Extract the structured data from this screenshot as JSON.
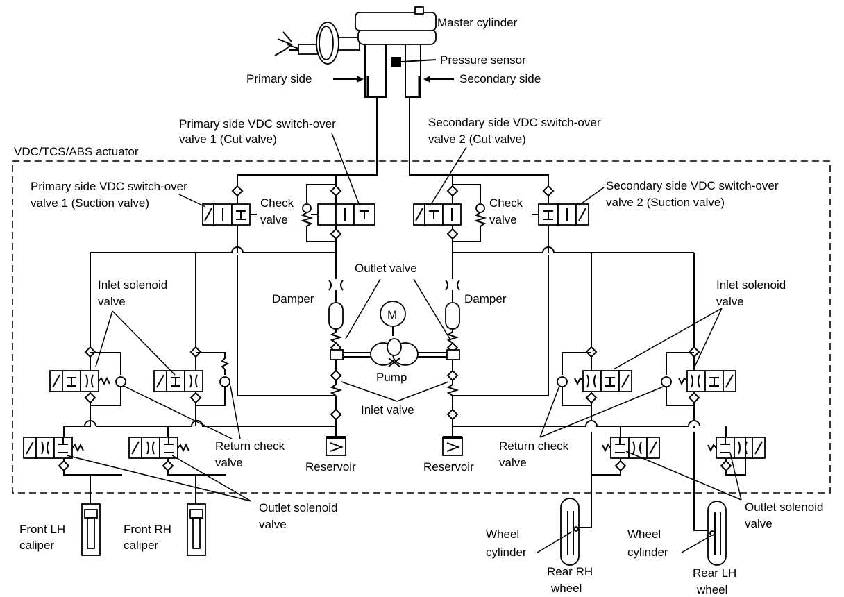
{
  "labels": {
    "master_cylinder": "Master cylinder",
    "pressure_sensor": "Pressure sensor",
    "primary_side": "Primary side",
    "secondary_side": "Secondary side",
    "primary_cut_valve": [
      "Primary side VDC switch-over",
      "valve 1 (Cut valve)"
    ],
    "secondary_cut_valve": [
      "Secondary side VDC switch-over",
      "valve 2 (Cut valve)"
    ],
    "actuator": "VDC/TCS/ABS actuator",
    "primary_suction_valve": [
      "Primary side VDC switch-over",
      "valve 1 (Suction valve)"
    ],
    "secondary_suction_valve": [
      "Secondary side VDC switch-over",
      "valve 2  (Suction valve)"
    ],
    "check_valve_left": [
      "Check",
      "valve"
    ],
    "check_valve_right": [
      "Check",
      "valve"
    ],
    "outlet_valve": "Outlet valve",
    "damper_left": "Damper",
    "damper_right": "Damper",
    "motor": "M",
    "pump": "Pump",
    "inlet_valve": "Inlet valve",
    "inlet_solenoid_left": [
      "Inlet solenoid",
      "valve"
    ],
    "inlet_solenoid_right": [
      "Inlet solenoid",
      "valve"
    ],
    "return_check_left": [
      "Return check",
      "valve"
    ],
    "return_check_right": [
      "Return check",
      "valve"
    ],
    "reservoir_left": "Reservoir",
    "reservoir_right": "Reservoir",
    "outlet_solenoid_left": [
      "Outlet solenoid",
      "valve"
    ],
    "outlet_solenoid_right": [
      "Outlet solenoid",
      "valve"
    ],
    "front_lh": [
      "Front LH",
      "caliper"
    ],
    "front_rh": [
      "Front RH",
      "caliper"
    ],
    "wheel_cyl_rr": [
      "Wheel",
      "cylinder"
    ],
    "wheel_cyl_rl": [
      "Wheel",
      "cylinder"
    ],
    "rear_rh": [
      "Rear RH",
      "wheel"
    ],
    "rear_lh": [
      "Rear LH",
      "wheel"
    ]
  }
}
